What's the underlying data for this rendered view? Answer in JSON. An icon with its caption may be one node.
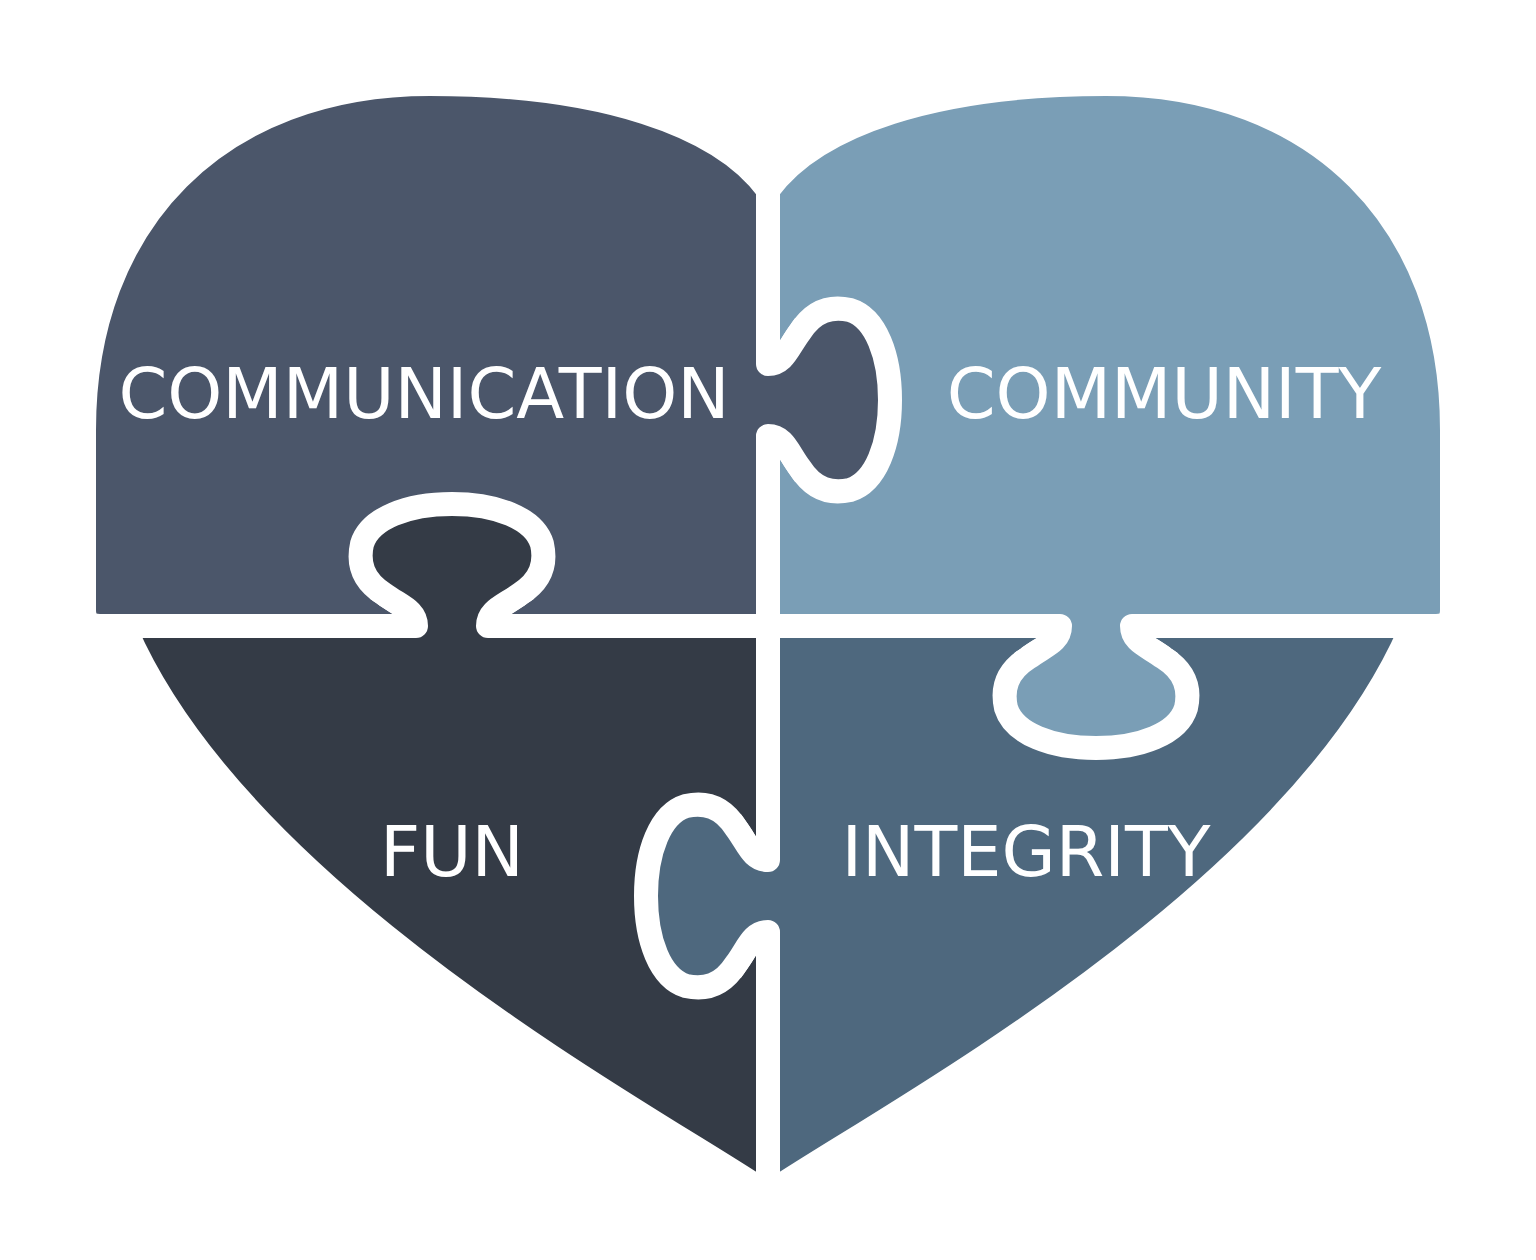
{
  "diagram": {
    "nodes": [
      {
        "text": [
          "COMMUNICATION"
        ]
      },
      {
        "text": [
          "COMMUNITY"
        ]
      },
      {
        "text": [
          "FUN"
        ]
      },
      {
        "text": [
          "INTEGRITY"
        ]
      }
    ]
  }
}
